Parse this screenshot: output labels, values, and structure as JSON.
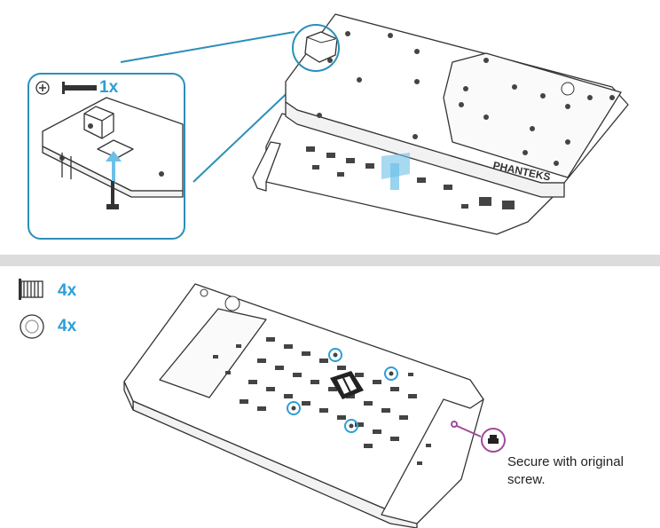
{
  "callout": {
    "screw_qty": "1x"
  },
  "parts": {
    "screw_qty": "4x",
    "washer_qty": "4x"
  },
  "note": {
    "line1": "Secure with original",
    "line2": "screw."
  },
  "colors": {
    "accent": "#2a9fd6",
    "callout_border": "#2a8fb8",
    "divider": "#dcdcdc",
    "purple_marker": "#a04a9a"
  },
  "icons": [
    "screwdriver-phillips-icon",
    "screw-icon",
    "washer-icon"
  ]
}
